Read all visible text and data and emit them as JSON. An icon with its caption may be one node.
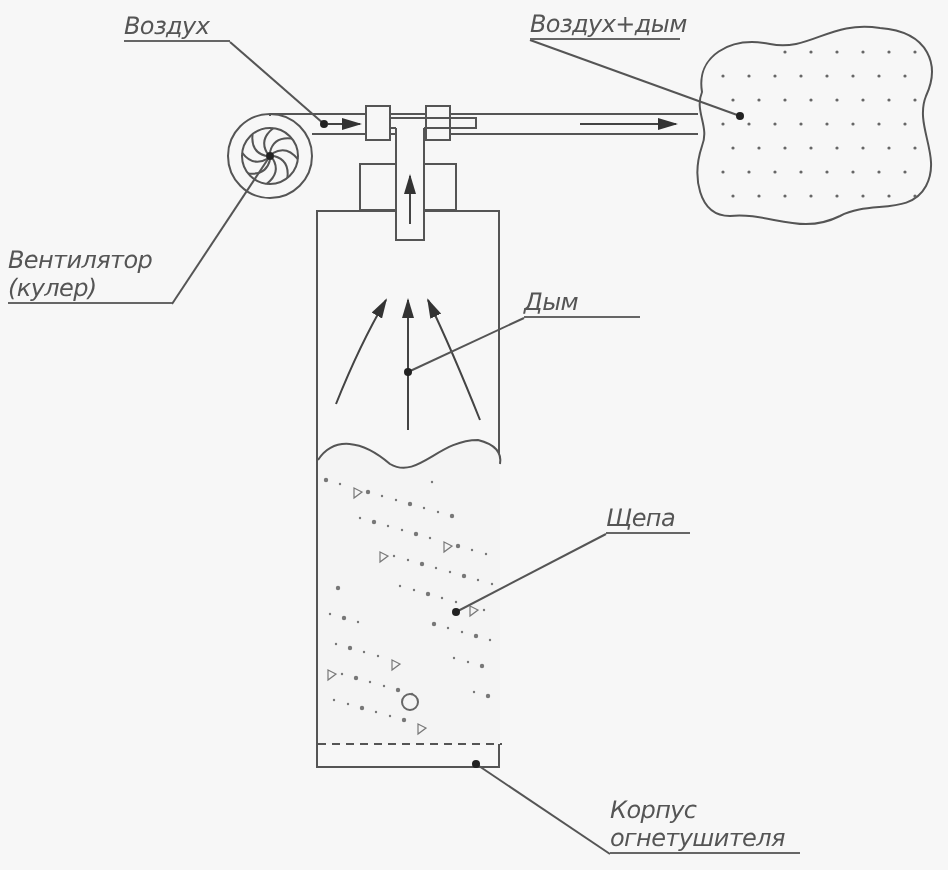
{
  "diagram": {
    "nodes": [
      {
        "text": [
          "Воздух"
        ]
      },
      {
        "text": [
          "Воздух+дым"
        ]
      },
      {
        "text": [],
        "shape": "cloud"
      },
      {
        "text": [
          "Вентилятор (кулер)"
        ]
      },
      {
        "text": [],
        "shape": "circle"
      },
      {
        "text": [
          "Дым"
        ]
      },
      {
        "text": [
          "Щепа"
        ]
      },
      {
        "text": [
          "Корпус огнетушителя"
        ]
      },
      {
        "text": [],
        "shape": "box"
      },
      {
        "text": [],
        "shape": "box",
        "in": 8
      },
      {
        "text": [],
        "shape": "pipe"
      }
    ],
    "edges": [
      {
        "from": 0,
        "to": 10,
        "arrow": "other"
      },
      {
        "from": 1,
        "to": 2,
        "arrow": "other"
      },
      {
        "from": 3,
        "to": 4,
        "arrow": "other"
      },
      {
        "from": 5,
        "to": null,
        "arrow": "other"
      },
      {
        "from": 6,
        "to": 9,
        "arrow": "other"
      },
      {
        "from": 7,
        "to": 8,
        "arrow": "other"
      }
    ]
  }
}
